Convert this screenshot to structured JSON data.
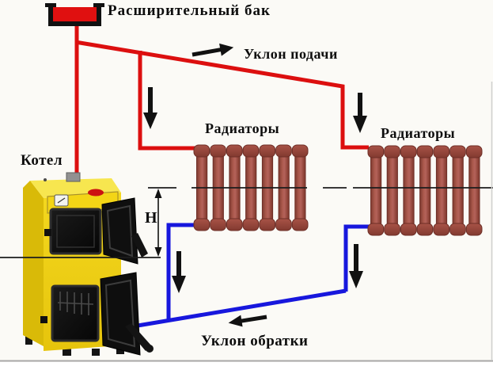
{
  "labels": {
    "expansion_tank": "Расширительный бак",
    "supply_slope": "Уклон подачи",
    "radiators_left": "Радиаторы",
    "radiators_right": "Радиаторы",
    "boiler": "Котел",
    "height": "Н",
    "return_slope": "Уклон обратки"
  },
  "colors": {
    "supply_pipe_red": "#dc0f0f",
    "return_pipe_blue": "#1717dd",
    "radiator_body": "#9d4f44",
    "boiler_yellow": "#f0d013",
    "tank_fill_red": "#e01010",
    "arrow_black": "#111111",
    "level_line": "#1c1c1c",
    "ground_line": "#a8a8a8"
  },
  "radiators": {
    "left": {
      "sections": 7
    },
    "right": {
      "sections": 7
    }
  }
}
